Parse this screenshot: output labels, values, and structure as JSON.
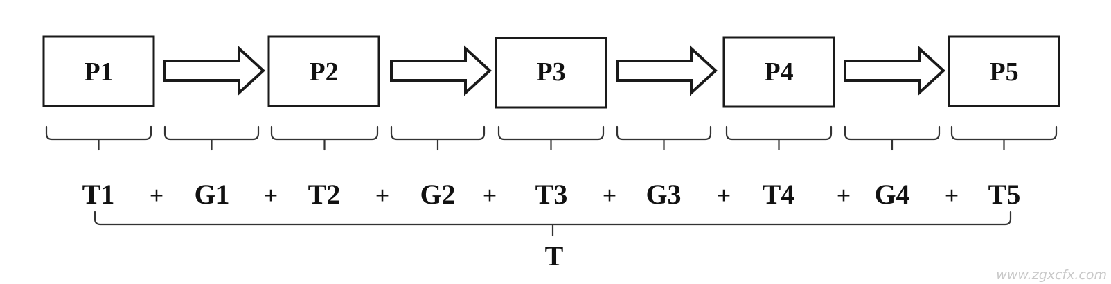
{
  "processes": [
    {
      "label": "P1"
    },
    {
      "label": "P2"
    },
    {
      "label": "P3"
    },
    {
      "label": "P4"
    },
    {
      "label": "P5"
    }
  ],
  "segments": [
    "T1",
    "G1",
    "T2",
    "G2",
    "T3",
    "G3",
    "T4",
    "G4",
    "T5"
  ],
  "operator": "+",
  "total_label": "T",
  "watermark": "www.zgxcfx.com",
  "colors": {
    "stroke": "#1a1a1a",
    "text": "#111111",
    "background": "#ffffff"
  }
}
